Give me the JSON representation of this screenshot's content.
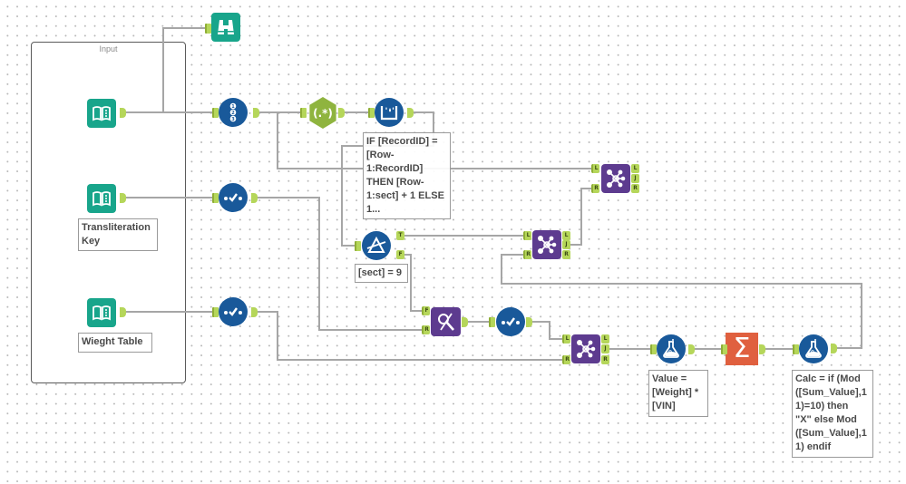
{
  "canvas": {
    "containers": [
      {
        "title": "Input"
      }
    ]
  },
  "colors": {
    "input_tools": "#18a58b",
    "blue_tools": "#19599a",
    "join_tools": "#5d3b8f",
    "regex_tool": "#8fb43f",
    "summarize_tool": "#e0603f",
    "anchor": "#b5d65a",
    "connection": "#a6a6a6"
  },
  "tools": {
    "input_1": {
      "icon": "book-input-icon"
    },
    "input_2": {
      "icon": "book-input-icon",
      "annotation": "Transliteration\nKey"
    },
    "input_3": {
      "icon": "book-input-icon",
      "annotation": "Wieght Table"
    },
    "browse": {
      "icon": "binoculars-icon"
    },
    "record_id": {
      "icon": "numbered-list-icon"
    },
    "select_1": {
      "icon": "dot-check-icon"
    },
    "select_2": {
      "icon": "dot-check-icon"
    },
    "select_3": {
      "icon": "dot-check-icon"
    },
    "regex": {
      "icon": "regex-icon",
      "glyph": "(.*)"
    },
    "multi_row_formula": {
      "icon": "multi-row-formula-icon",
      "annotation": "IF [RecordID] =\n[Row-\n1:RecordID]\nTHEN [Row-\n1:sect] + 1 ELSE\n1..."
    },
    "filter": {
      "icon": "filter-icon",
      "annotation": "[sect] = 9"
    },
    "join_1": {
      "icon": "join-icon"
    },
    "join_2": {
      "icon": "join-icon"
    },
    "join_3": {
      "icon": "join-icon"
    },
    "find_replace": {
      "icon": "find-replace-icon"
    },
    "formula_1": {
      "icon": "flask-icon",
      "annotation": "Value =\n[Weight] *\n[VIN]"
    },
    "summarize": {
      "icon": "sigma-icon",
      "glyph": "Σ"
    },
    "formula_2": {
      "icon": "flask-icon",
      "annotation": "Calc = if (Mod\n([Sum_Value],1\n1)=10) then\n\"X\" else Mod\n([Sum_Value],1\n1) endif"
    }
  },
  "anchor_labels": {
    "left": "L",
    "join": "J",
    "right": "R",
    "true": "T",
    "false": "F"
  }
}
